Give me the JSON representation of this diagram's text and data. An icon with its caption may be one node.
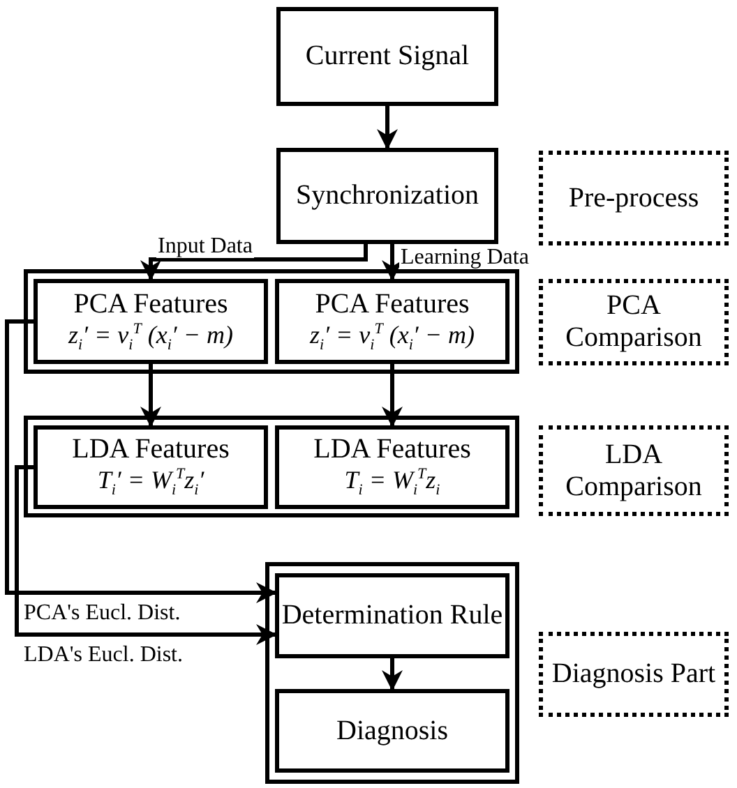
{
  "diagram": {
    "nodes": [
      {
        "text": [
          "Current Signal"
        ]
      },
      {
        "text": [
          "Synchronization"
        ]
      },
      {
        "text": [
          "Pre-process"
        ]
      },
      {
        "text": [],
        "shape": "box"
      },
      {
        "text": [
          "PCA Features",
          "z$_{i}$′ = v$_{i}$$^{T}$ (x$_{i}$′ − m)"
        ],
        "in": 3
      },
      {
        "text": [
          "PCA Features",
          "z$_{i}$′ = v$_{i}$$^{T}$ (x$_{i}$′ − m)"
        ],
        "in": 3
      },
      {
        "text": [
          "PCA Comparison"
        ]
      },
      {
        "text": [],
        "shape": "box"
      },
      {
        "text": [
          "LDA Features",
          "T$_{i}$′ = W$_{i}$$^{T}$z$_{i}$′"
        ],
        "in": 7
      },
      {
        "text": [
          "LDA Features",
          "T$_{i}$ = W$_{i}$$^{T}$z$_{i}$"
        ],
        "in": 7
      },
      {
        "text": [
          "LDA Comparison"
        ]
      },
      {
        "text": [],
        "shape": "box"
      },
      {
        "text": [
          "Determination Rule"
        ],
        "in": 11
      },
      {
        "text": [
          "Diagnosis"
        ],
        "in": 11
      },
      {
        "text": [
          "Diagnosis Part"
        ]
      }
    ],
    "edges": [
      {
        "from": 0,
        "to": 1,
        "arrow": "to"
      },
      {
        "from": 1,
        "to": 4,
        "arrow": "to",
        "label": "Input Data"
      },
      {
        "from": 1,
        "to": 5,
        "arrow": "to",
        "label": "Learning Data"
      },
      {
        "from": 4,
        "to": 8,
        "arrow": "to"
      },
      {
        "from": 5,
        "to": 9,
        "arrow": "to"
      },
      {
        "from": 4,
        "to": 12,
        "arrow": "to",
        "label": "PCA's Eucl. Dist."
      },
      {
        "from": 8,
        "to": 12,
        "arrow": "to",
        "label": "LDA's Eucl. Dist."
      },
      {
        "from": 12,
        "to": 13,
        "arrow": "to"
      }
    ]
  }
}
